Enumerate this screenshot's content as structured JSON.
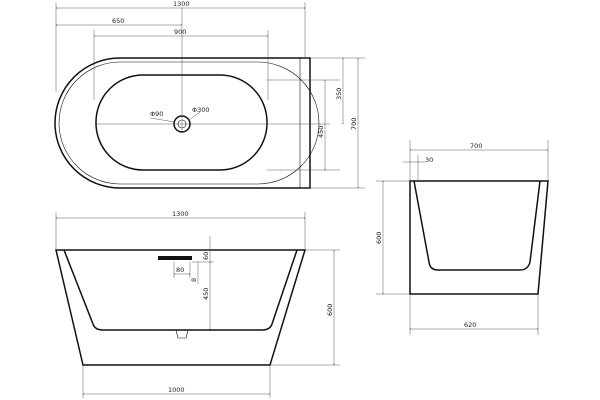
{
  "top_view": {
    "width_overall": "1300",
    "width_left": "650",
    "inner_span": "900",
    "height_overall": "700",
    "height_half": "350",
    "inner_height": "450",
    "drain_small": "Φ90",
    "drain_large": "Φ300"
  },
  "side_view": {
    "width_top": "700",
    "wall_thickness": "30",
    "height": "600",
    "width_bottom": "620"
  },
  "front_view": {
    "width_top": "1300",
    "overflow_height": "60",
    "overflow_width": "80",
    "overflow_offset": "8",
    "overflow_to_floor": "450",
    "height": "600",
    "width_bottom": "1000"
  }
}
